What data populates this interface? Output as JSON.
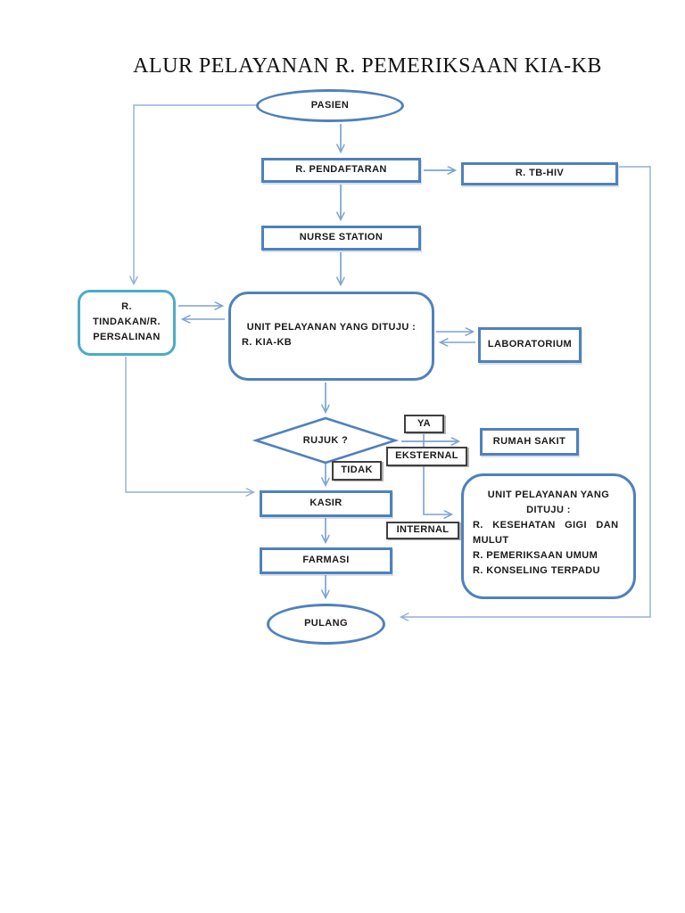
{
  "page": {
    "title": "ALUR PELAYANAN R. PEMERIKSAAN KIA-KB"
  },
  "colors": {
    "shape_border_blue": "#4F81BD",
    "shape_border_teal": "#4BACC6",
    "label_border_dark": "#3F3F3F",
    "connector_blue": "#7BA2D6",
    "thin_connector_blue": "#92AFD7",
    "text": "#1A1A1A",
    "background": "#FFFFFF"
  },
  "nodes": {
    "pasien": {
      "label": "PASIEN"
    },
    "pendaftaran": {
      "label": "R. PENDAFTARAN"
    },
    "tb_hiv": {
      "label": "R. TB-HIV"
    },
    "nurse_station": {
      "label": "NURSE STATION"
    },
    "tindakan": {
      "lines": [
        "R.",
        "TINDAKAN/R.",
        "PERSALINAN"
      ]
    },
    "unit_kia": {
      "line1": "UNIT PELAYANAN YANG DITUJU :",
      "line2": "R. KIA-KB"
    },
    "laboratorium": {
      "label": "LABORATORIUM"
    },
    "rujuk": {
      "label": "RUJUK ?"
    },
    "ya": {
      "label": "YA"
    },
    "eksternal": {
      "label": "EKSTERNAL"
    },
    "tidak": {
      "label": "TIDAK"
    },
    "rumah_sakit": {
      "label": "RUMAH SAKIT"
    },
    "kasir": {
      "label": "KASIR"
    },
    "internal": {
      "label": "INTERNAL"
    },
    "unit_tujuan": {
      "lines": [
        "UNIT PELAYANAN YANG",
        "DITUJU :",
        "R. KESEHATAN GIGI DAN",
        "MULUT",
        "R. PEMERIKSAAN UMUM",
        "R. KONSELING TERPADU"
      ]
    },
    "farmasi": {
      "label": "FARMASI"
    },
    "pulang": {
      "label": "PULANG"
    }
  }
}
